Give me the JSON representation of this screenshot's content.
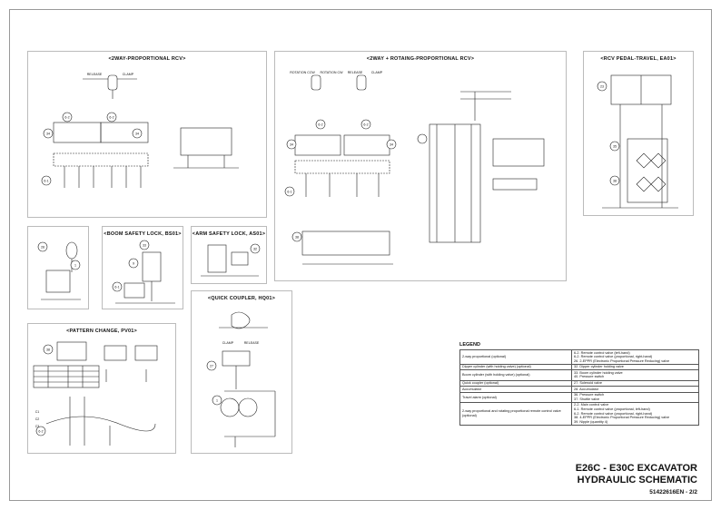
{
  "panels": {
    "p1": {
      "title": "<2WAY-PROPORTIONAL RCV>"
    },
    "p2": {
      "title": "<2WAY + ROTAING-PROPORTIONAL RCV>"
    },
    "p3": {
      "title": "<RCV PEDAL-TRAVEL, EA01>"
    },
    "p4": {
      "title": ""
    },
    "p5": {
      "title": "<BOOM SAFETY LOCK, BS01>"
    },
    "p6": {
      "title": "<ARM SAFETY LOCK, AS01>"
    },
    "p7": {
      "title": "<QUICK COUPLER, HQ01>"
    },
    "p8": {
      "title": "<PATTERN CHANGE, PV01>"
    }
  },
  "labels": {
    "release": "RELEASE",
    "clamp": "CLAMP",
    "rotation_ccw": "ROTATION CCW",
    "rotation_cw": "ROTATION CW",
    "c1": "C1",
    "c2": "C2",
    "c3": "C3"
  },
  "bubbles": {
    "n62a": "6-2",
    "n62b": "6-2",
    "n34a": "34",
    "n34b": "34",
    "n61a": "6-1",
    "n35": "35",
    "n33": "33",
    "n9": "9",
    "n31": "31",
    "n32": "32",
    "n38": "38",
    "n28": "28",
    "n27": "27",
    "n1": "1",
    "n23": "23"
  },
  "legend": {
    "title": "LEGEND",
    "rows": [
      {
        "system": "2-way proportional (optional)",
        "items": [
          "6-2.   Remote control valve (left-hand)",
          "6-2.   Remote control valve (proportional, right-hand)",
          "26.    2-EPPR (Electronic Proportional Pressure Reducing) valve"
        ]
      },
      {
        "system": "Dipper cylinder (with holding valve) (optional)",
        "items": [
          "32.    Dipper cylinder holding valve"
        ]
      },
      {
        "system": "Boom cylinder (with holding valve) (optional)",
        "items": [
          "33.    Boom cylinder holding valve",
          "40.    Pressure switch"
        ]
      },
      {
        "system": "Quick coupler (optional)",
        "items": [
          "27.    Solenoid valve"
        ]
      },
      {
        "system": "Accumulator",
        "items": [
          "28.    Accumulator"
        ]
      },
      {
        "system": "Travel alarm (optional)",
        "items": [
          "36.    Pressure switch",
          "37.    Shuttle valve"
        ]
      },
      {
        "system": "2-way proportional and rotating proportional remote control valve (optional)",
        "items": [
          "2-2.   Main control valve",
          "6-1.   Remote control valve (proportional, left-hand)",
          "6-2.   Remote control valve (proportional, right-hand)",
          "38.    4-EPPR (Electronic Proportional Pressure Reducing) valve",
          "39.    Nipple (quantity 4)"
        ]
      }
    ]
  },
  "title_block": {
    "line1": "E26C - E30C EXCAVATOR",
    "line2": "HYDRAULIC SCHEMATIC",
    "docnum": "51422616EN - 2/2"
  }
}
